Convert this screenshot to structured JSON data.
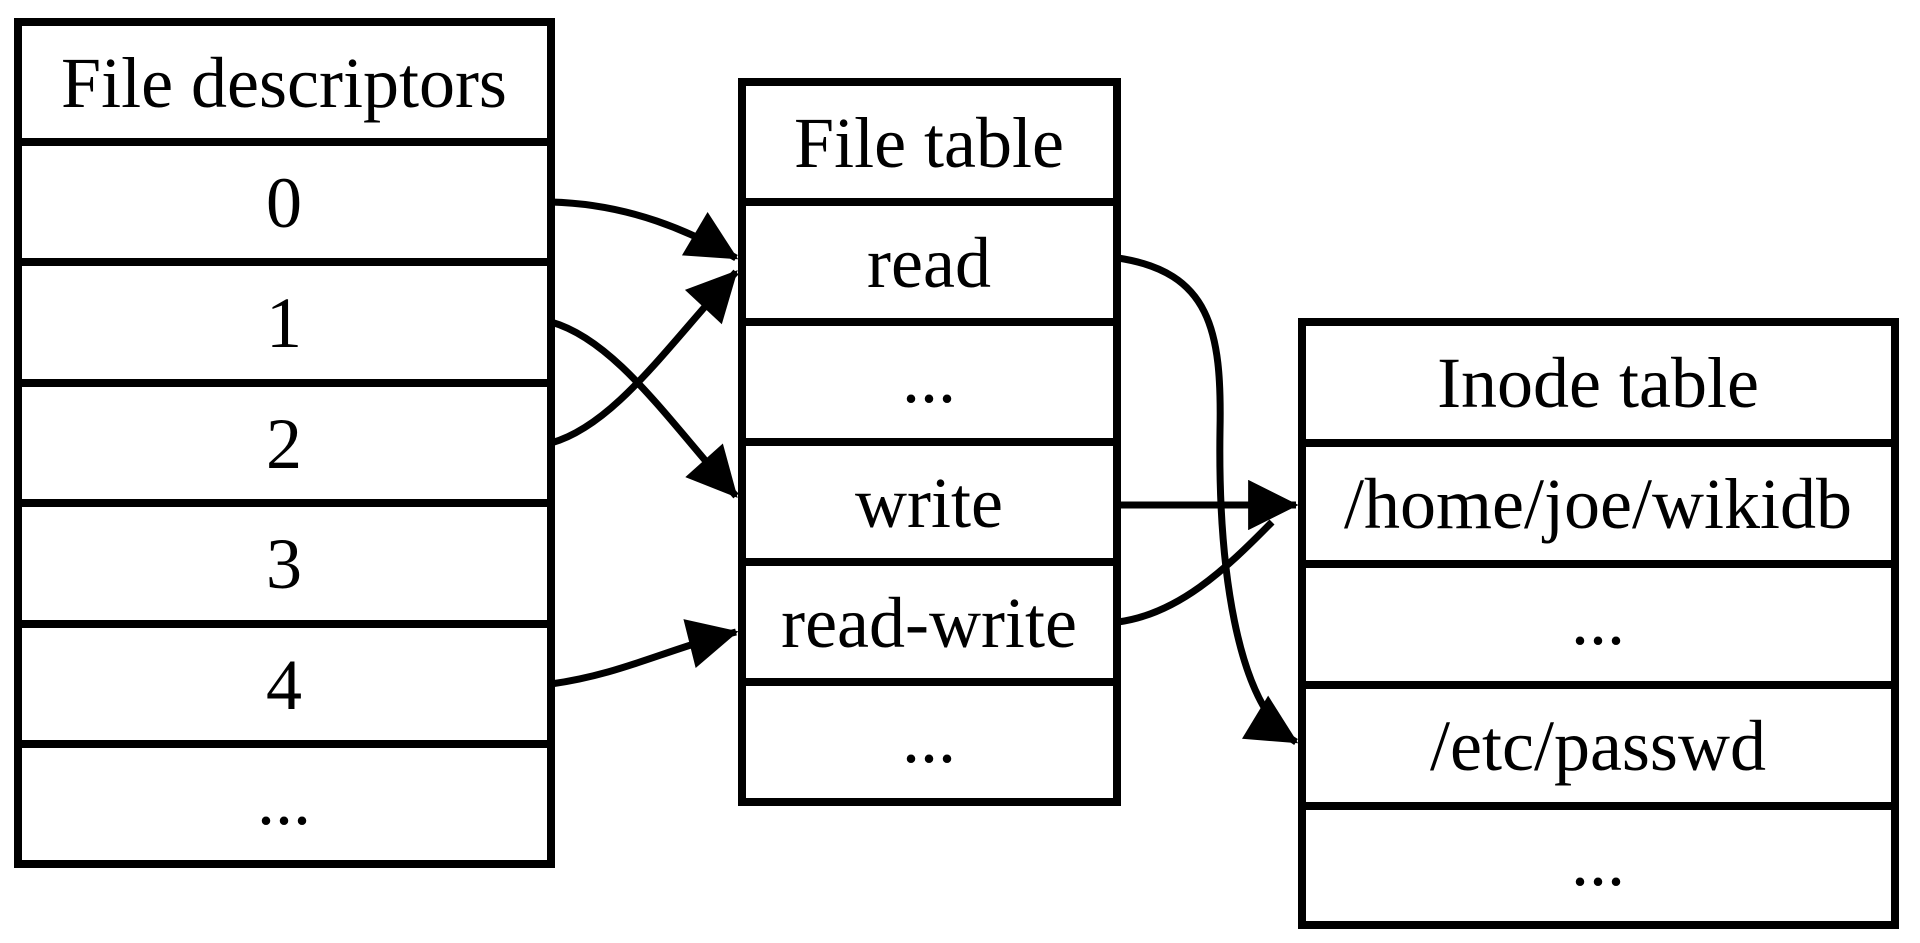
{
  "colors": {
    "background": "#ffffff",
    "line": "#000000",
    "text": "#000000"
  },
  "tables": {
    "file_descriptors": {
      "title": "File descriptors",
      "rows": [
        "0",
        "1",
        "2",
        "3",
        "4",
        "..."
      ]
    },
    "file_table": {
      "title": "File table",
      "rows": [
        "read",
        "...",
        "write",
        "read-write",
        "..."
      ]
    },
    "inode_table": {
      "title": "Inode table",
      "rows": [
        "/home/joe/wikidb",
        "...",
        "/etc/passwd",
        "..."
      ]
    }
  },
  "connections": [
    {
      "from": "file descriptor 0",
      "to": "file table entry read"
    },
    {
      "from": "file descriptor 1",
      "to": "file table entry write"
    },
    {
      "from": "file descriptor 2",
      "to": "file table entry read"
    },
    {
      "from": "file descriptor 4",
      "to": "file table entry read-write"
    },
    {
      "from": "file table entry read",
      "to": "inode /etc/passwd"
    },
    {
      "from": "file table entry write",
      "to": "inode /home/joe/wikidb"
    },
    {
      "from": "file table entry read-write",
      "to": "inode /home/joe/wikidb"
    }
  ]
}
